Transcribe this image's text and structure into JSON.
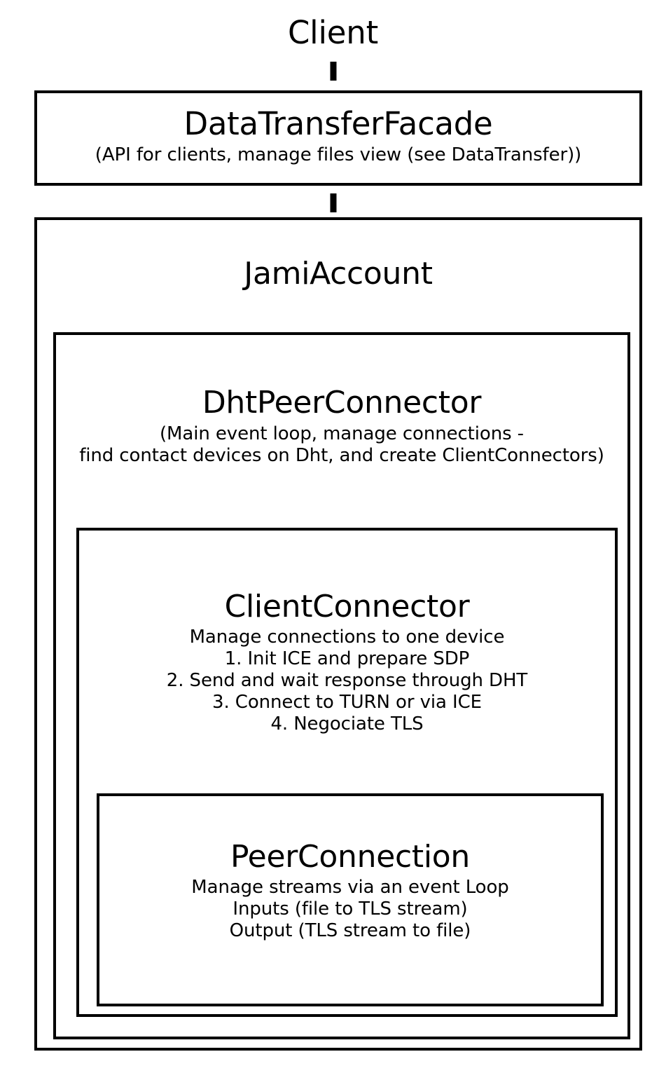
{
  "diagram": {
    "root_label": "Client",
    "connectors": [
      {
        "name": "client-to-facade"
      },
      {
        "name": "facade-to-account"
      }
    ],
    "facade": {
      "title": "DataTransferFacade",
      "subtitle_lines": [
        "(API for clients, manage files view (see DataTransfer))"
      ]
    },
    "jami_account": {
      "title": "JamiAccount"
    },
    "dht_peer_connector": {
      "title": "DhtPeerConnector",
      "subtitle_lines": [
        "(Main event loop, manage connections -",
        "find contact devices on Dht, and create ClientConnectors)"
      ]
    },
    "client_connector": {
      "title": "ClientConnector",
      "subtitle_lines": [
        "Manage connections to one device",
        "1. Init ICE and prepare SDP",
        "2. Send and wait response through DHT",
        "3. Connect to TURN or via ICE",
        "4. Negociate TLS"
      ]
    },
    "peer_connection": {
      "title": "PeerConnection",
      "subtitle_lines": [
        "Manage streams via an event Loop",
        "Inputs (file to TLS stream)",
        "Output (TLS stream to file)"
      ]
    },
    "colors": {
      "background": "#ffffff",
      "stroke": "#000000",
      "text": "#000000"
    }
  }
}
